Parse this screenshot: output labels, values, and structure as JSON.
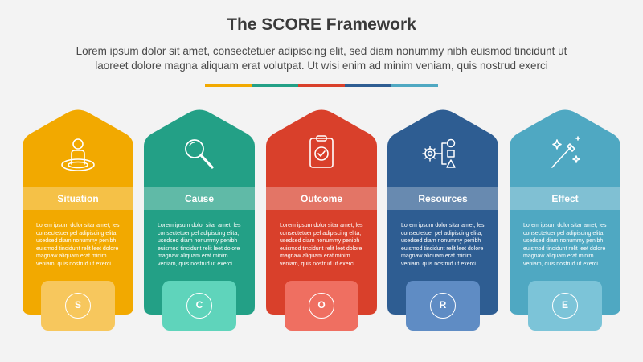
{
  "header": {
    "title": "The SCORE Framework",
    "subtitle_line1": "Lorem ipsum dolor sit amet, consectetuer adipiscing elit, sed diam nonummy nibh euismod tincidunt ut",
    "subtitle_line2": "laoreet dolore magna aliquam erat volutpat. Ut wisi enim ad minim veniam, quis nostrud exerci",
    "divider_colors": [
      "#f2a900",
      "#23a086",
      "#d9402b",
      "#2e5d92",
      "#4fa8c2"
    ]
  },
  "columns": [
    {
      "label": "Situation",
      "letter": "S",
      "icon": "person-in-spot-icon",
      "color": "#f2a900",
      "tab_color": "#f7c75d",
      "text": "Lorem ipsum dolor sitar amet, les consectetuer pel adipiscing elita, usedsed diam nonummy penibh euismod tincidunt relit leet dolore magnaw aliquam erat minim veniam, quis nostrud ut exerci"
    },
    {
      "label": "Cause",
      "letter": "C",
      "icon": "magnifier-icon",
      "color": "#23a086",
      "tab_color": "#5fd4bb",
      "text": "Lorem ipsum dolor sitar amet, les consectetuer pel adipiscing elita, usedsed diam nonummy penibh euismod tincidunt relit leet dolore magnaw aliquam erat minim veniam, quis nostrud ut exerci"
    },
    {
      "label": "Outcome",
      "letter": "O",
      "icon": "clipboard-check-icon",
      "color": "#d9402b",
      "tab_color": "#ef6f61",
      "text": "Lorem ipsum dolor sitar amet, les consectetuer pel adipiscing elita, usedsed diam nonummy penibh euismod tincidunt relit leet dolore magnaw aliquam erat minim veniam, quis nostrud ut exerci"
    },
    {
      "label": "Resources",
      "letter": "R",
      "icon": "gear-shapes-icon",
      "color": "#2e5d92",
      "tab_color": "#5f8cc4",
      "text": "Lorem ipsum dolor sitar amet, les consectetuer pel adipiscing elita, usedsed diam nonummy penibh euismod tincidunt relit leet dolore magnaw aliquam erat minim veniam, quis nostrud ut exerci"
    },
    {
      "label": "Effect",
      "letter": "E",
      "icon": "magic-wand-icon",
      "color": "#4fa8c2",
      "tab_color": "#7cc4d8",
      "text": "Lorem ipsum dolor sitar amet, les consectetuer pel adipiscing elita, usedsed diam nonummy penibh euismod tincidunt relit leet dolore magnaw aliquam erat minim veniam, quis nostrud ut exerci"
    }
  ]
}
